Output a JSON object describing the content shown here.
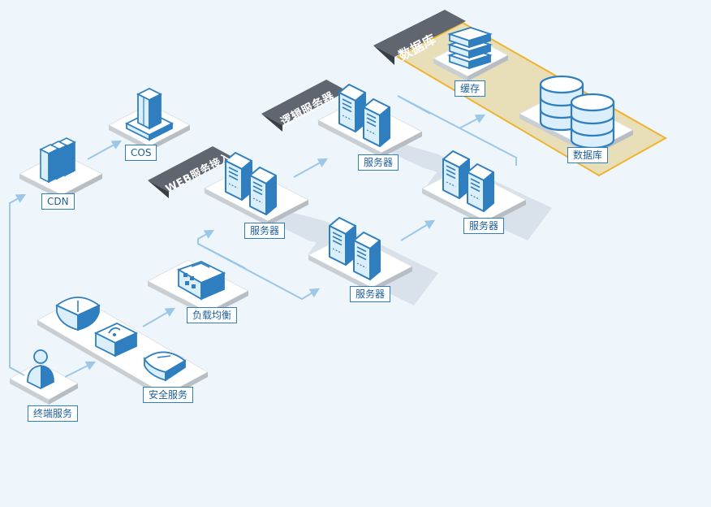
{
  "diagram": {
    "zones": {
      "web": "WEB服务接入",
      "logic": "逻辑服务器",
      "database": "数据库"
    },
    "nodes": {
      "cdn": "CDN",
      "cos": "COS",
      "web_server_1": "服务器",
      "web_server_2": "服务器",
      "logic_server_1": "服务器",
      "logic_server_2": "服务器",
      "cache": "缓存",
      "database": "数据库",
      "load_balancer": "负载均衡",
      "security": "安全服务",
      "terminal": "终端服务"
    },
    "colors": {
      "accent": "#2f7fc0",
      "icon_fill": "#dbeefb",
      "tag_bg": "#5f6670",
      "db_zone_border": "#f0b330",
      "db_zone_fill": "#e8dfb8",
      "arrow": "#9cc7e6"
    }
  }
}
